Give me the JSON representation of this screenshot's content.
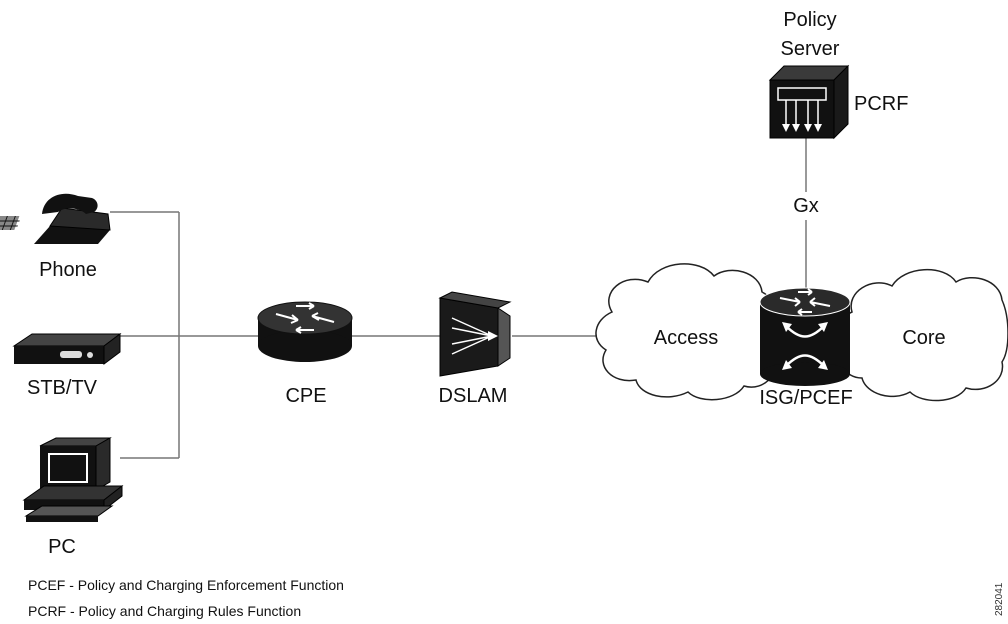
{
  "labels": {
    "policy_server_line1": "Policy",
    "policy_server_line2": "Server",
    "pcrf": "PCRF",
    "gx": "Gx",
    "phone": "Phone",
    "stb_tv": "STB/TV",
    "pc": "PC",
    "cpe": "CPE",
    "dslam": "DSLAM",
    "access": "Access",
    "core": "Core",
    "isg_pcef": "ISG/PCEF"
  },
  "legend": [
    "PCEF - Policy and Charging Enforcement Function",
    "PCRF - Policy and Charging Rules Function"
  ],
  "figure_id": "282041",
  "icons": {
    "policy_server": "policy-server-icon",
    "phone": "telephone-icon",
    "stb": "set-top-box-icon",
    "pc": "desktop-computer-icon",
    "cpe": "router-icon",
    "dslam": "dslam-icon",
    "isg": "isg-router-switch-icon",
    "clouds": "network-cloud-icon"
  }
}
